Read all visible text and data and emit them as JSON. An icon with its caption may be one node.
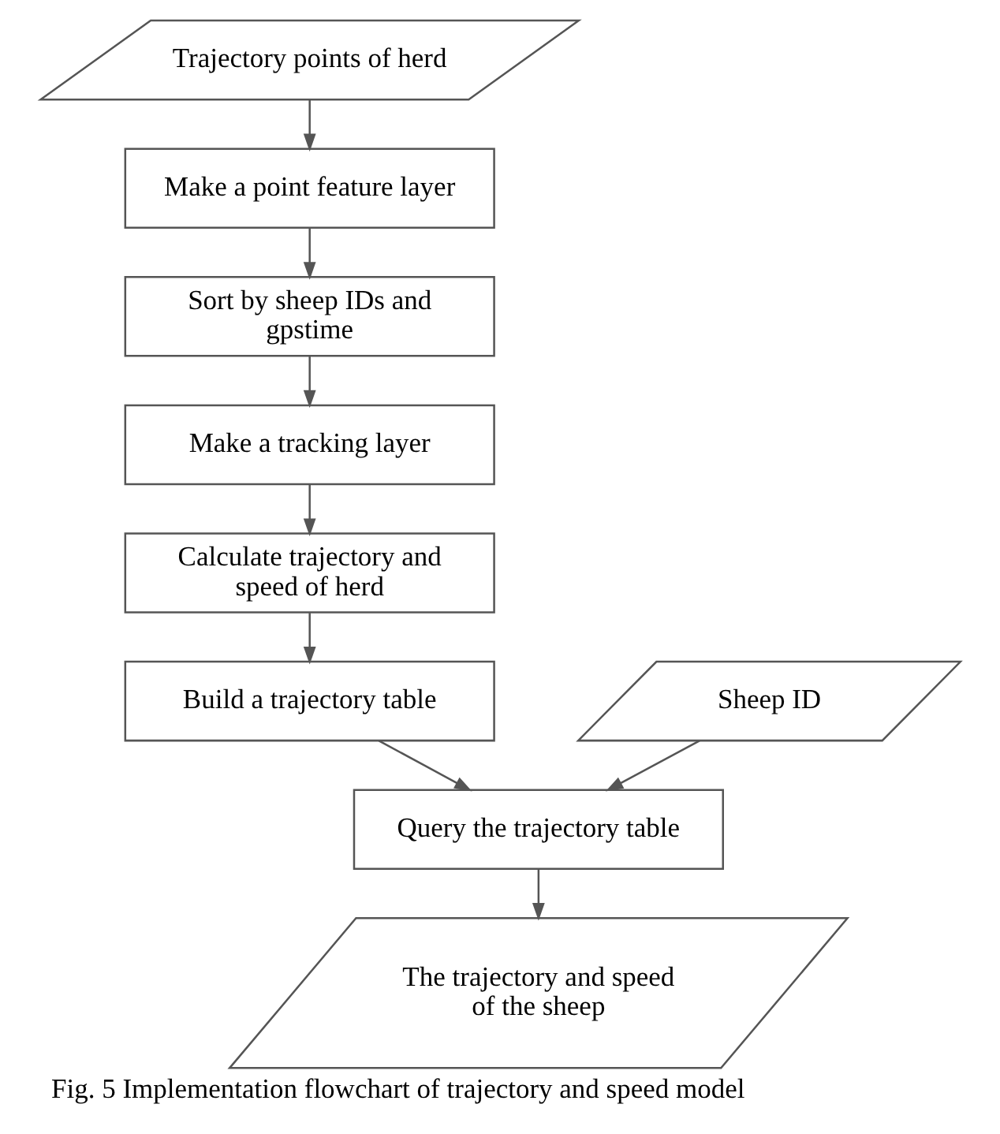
{
  "diagram": {
    "caption": "Fig. 5 Implementation flowchart of trajectory and speed model",
    "nodes": [
      {
        "text": [
          "Trajectory points of herd"
        ]
      },
      {
        "text": [
          "Make a point feature layer"
        ]
      },
      {
        "text": [
          "Sort by sheep IDs and gpstime"
        ]
      },
      {
        "text": [
          "Make a tracking layer"
        ]
      },
      {
        "text": [
          "Calculate trajectory and speed of herd"
        ]
      },
      {
        "text": [
          "Build a trajectory table"
        ]
      },
      {
        "text": [
          "Sheep ID"
        ]
      },
      {
        "text": [
          "Query the trajectory table"
        ]
      },
      {
        "text": [
          "The trajectory and speed of the sheep"
        ]
      }
    ],
    "edges": [
      {
        "from": 0,
        "to": 1,
        "arrow": "to"
      },
      {
        "from": 1,
        "to": 2,
        "arrow": "to"
      },
      {
        "from": 2,
        "to": 3,
        "arrow": "to"
      },
      {
        "from": 3,
        "to": 4,
        "arrow": "to"
      },
      {
        "from": 4,
        "to": 5,
        "arrow": "to"
      },
      {
        "from": 5,
        "to": 7,
        "arrow": "to"
      },
      {
        "from": 6,
        "to": 7,
        "arrow": "to"
      },
      {
        "from": 7,
        "to": 8,
        "arrow": "to"
      }
    ]
  }
}
